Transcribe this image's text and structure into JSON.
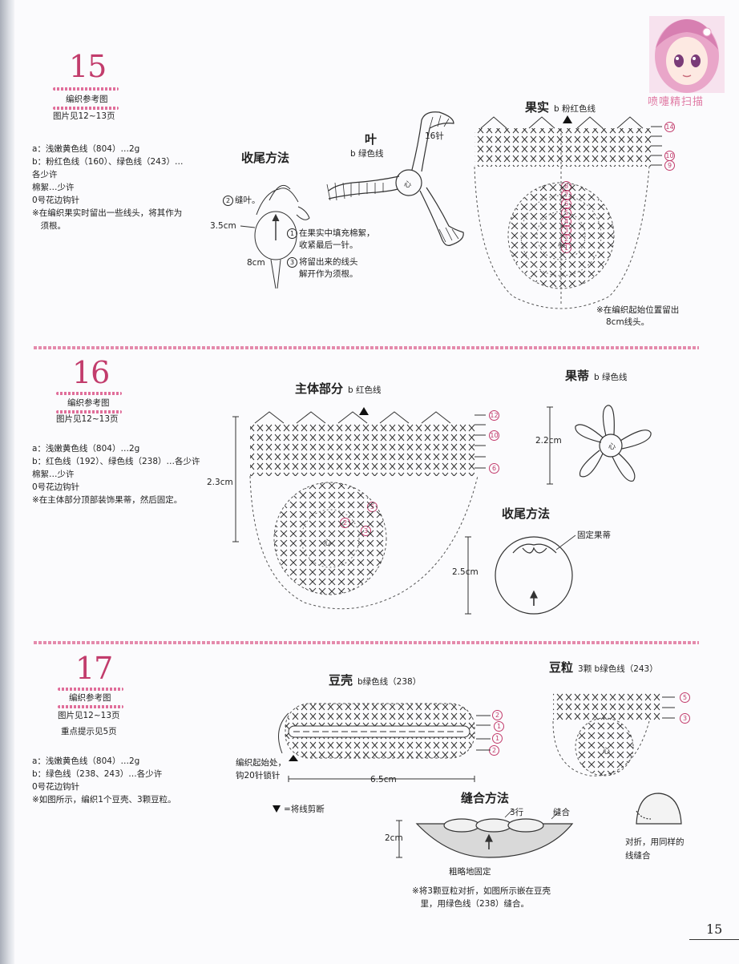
{
  "logo": {
    "text": "喷嚏精扫描"
  },
  "page_number": "15",
  "legend": {
    "cut_thread": "=将线剪断"
  },
  "s15": {
    "number": "15",
    "ref_title": "编织参考图",
    "ref_pages": "图片见12~13页",
    "materials": [
      "a：浅嫩黄色线（804）…2g",
      "b：粉红色线（160）、绿色线（243）…",
      "各少许",
      "棉絮…少许",
      "0号花边钩针",
      "※在编织果实时留出一些线头，将其作为",
      "　须根。"
    ],
    "finish": {
      "title": "收尾方法",
      "step2": "缝叶。",
      "dim1": "3.5cm",
      "dim2": "8cm",
      "step1a": "在果实中填充棉絮，",
      "step1b": "收紧最后一针。",
      "step3a": "将留出来的线头",
      "step3b": "解开作为须根。",
      "c1": "1",
      "c2": "2",
      "c3": "3"
    },
    "leaf": {
      "title": "叶",
      "sub": "b 绿色线",
      "stitches": "16针",
      "center": "心"
    },
    "fruit": {
      "title": "果实",
      "sub": "b 粉红色线",
      "rows": [
        "14",
        "10",
        "9",
        "8",
        "7",
        "6",
        "5",
        "4",
        "3",
        "2",
        "1"
      ],
      "center": "心",
      "note1": "※在编织起始位置留出",
      "note2": "8cm线头。"
    }
  },
  "s16": {
    "number": "16",
    "ref_title": "编织参考图",
    "ref_pages": "图片见12~13页",
    "materials": [
      "a：浅嫩黄色线（804）…2g",
      "b：红色线（192）、绿色线（238）…各少许",
      "棉絮…少许",
      "0号花边钩针",
      "※在主体部分顶部装饰果蒂，然后固定。"
    ],
    "body": {
      "title": "主体部分",
      "sub": "b 红色线",
      "rows": [
        "12",
        "10",
        "6",
        "5",
        "3",
        "2"
      ],
      "dim": "2.3cm",
      "center": "心"
    },
    "stem": {
      "title": "果蒂",
      "sub": "b 绿色线",
      "dim": "2.2cm",
      "center": "心"
    },
    "finish": {
      "title": "收尾方法",
      "dim": "2.5cm",
      "label": "固定果蒂"
    }
  },
  "s17": {
    "number": "17",
    "ref_title": "编织参考图",
    "ref_pages": "图片见12~13页",
    "hint": "重点提示见5页",
    "materials": [
      "a：浅嫩黄色线（804）…2g",
      "b：绿色线（238、243）…各少许",
      "0号花边钩针",
      "※如图所示，编织1个豆壳、3颗豆粒。"
    ],
    "pod": {
      "title": "豆壳",
      "sub": "b绿色线（238）",
      "start1": "编织起始处，",
      "start2": "钩20针锁针",
      "dim": "6.5cm",
      "rows": [
        "2",
        "1",
        "1",
        "2"
      ]
    },
    "pea": {
      "title": "豆粒",
      "sub": "3颗 b绿色线（243）",
      "rows": [
        "5",
        "3"
      ],
      "center": "心",
      "label": "豆粒",
      "fold1": "对折，用同样的",
      "fold2": "线缝合"
    },
    "sew": {
      "title": "缝合方法",
      "rows3": "3行",
      "sew": "缝合",
      "dim": "2cm",
      "rough": "粗略地固定",
      "note1": "※将3颗豆粒对折，如图所示嵌在豆壳",
      "note2": "　里，用绿色线（238）缝合。"
    }
  }
}
